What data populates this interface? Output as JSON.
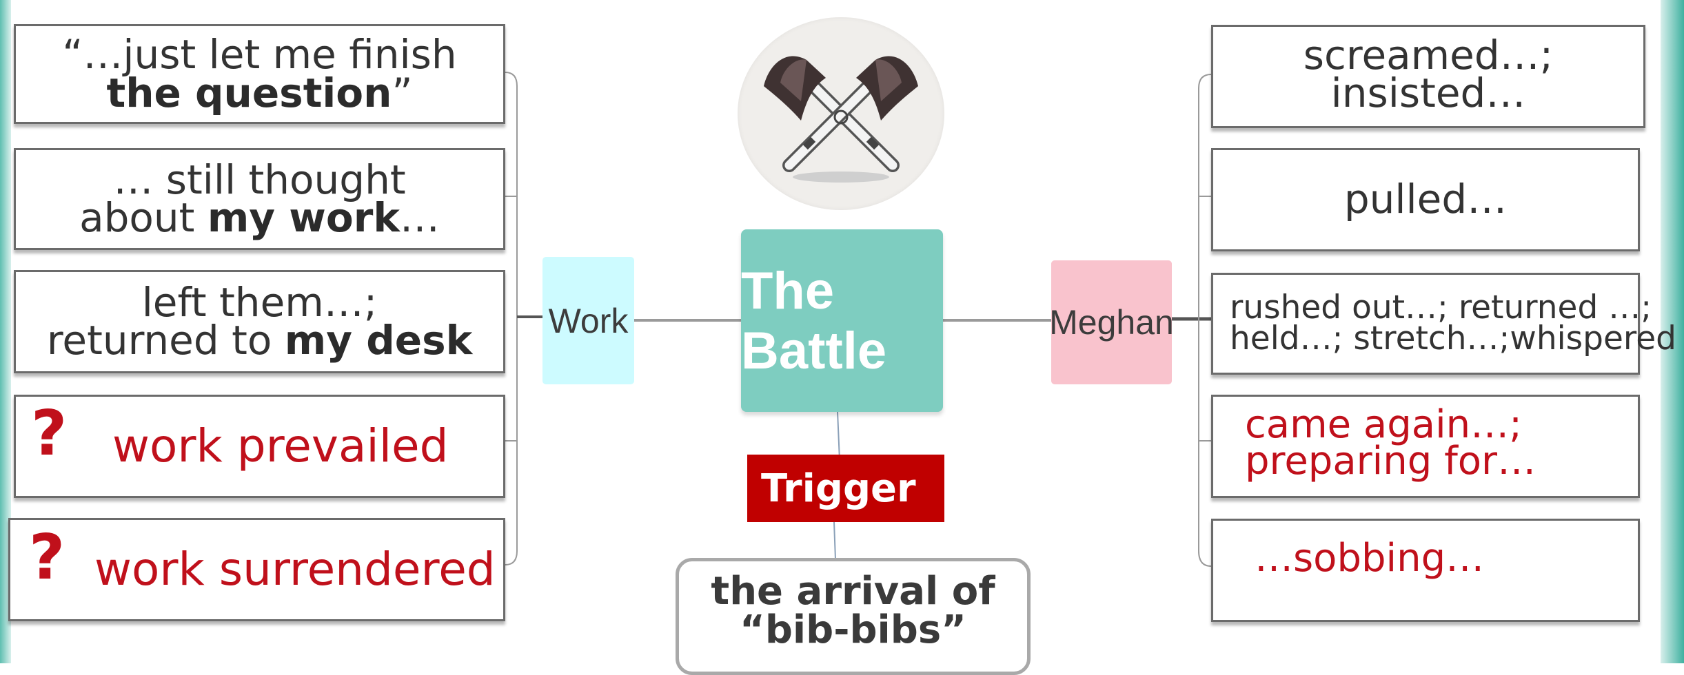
{
  "center": {
    "title": "The Battle"
  },
  "work": {
    "label": "Work",
    "items": [
      {
        "parts": [
          {
            "text": "“…just let me finish",
            "bold": false
          }
        ],
        "parts2": [
          {
            "text": "the question",
            "bold": true
          },
          {
            "text": "”",
            "bold": false
          }
        ]
      },
      {
        "parts": [
          {
            "text": "… still thought",
            "bold": false
          }
        ],
        "parts2": [
          {
            "text": "about ",
            "bold": false
          },
          {
            "text": "my work",
            "bold": true
          },
          {
            "text": "…",
            "bold": false
          }
        ]
      },
      {
        "parts": [
          {
            "text": "left them…;",
            "bold": false
          }
        ],
        "parts2": [
          {
            "text": "returned to ",
            "bold": false
          },
          {
            "text": "my desk",
            "bold": true
          }
        ]
      },
      {
        "question": "?",
        "text": "work prevailed"
      },
      {
        "question": "?",
        "text": "work surrendered"
      }
    ]
  },
  "meghan": {
    "label": "Meghan",
    "items": [
      {
        "lines": [
          "screamed…;",
          "insisted…"
        ],
        "color": "#333333"
      },
      {
        "lines": [
          "pulled…"
        ],
        "color": "#333333"
      },
      {
        "lines": [
          "rushed out…; returned …;",
          "held…; stretch…;whispered"
        ],
        "color": "#333333"
      },
      {
        "lines": [
          "came again…;",
          "preparing for…"
        ],
        "color": "#c0101b"
      },
      {
        "lines": [
          "…sobbing…"
        ],
        "color": "#c0101b"
      }
    ]
  },
  "trigger": {
    "label": "Trigger",
    "lines": [
      "the arrival of",
      "“bib-bibs”"
    ]
  },
  "emblem": {
    "icon": "crossed-axes-icon"
  },
  "colors": {
    "center": "#7ecdc0",
    "work_node": "#cdfbff",
    "meghan_node": "#f9c3cd",
    "trigger": "#c00000",
    "accent_red": "#c0101b"
  }
}
